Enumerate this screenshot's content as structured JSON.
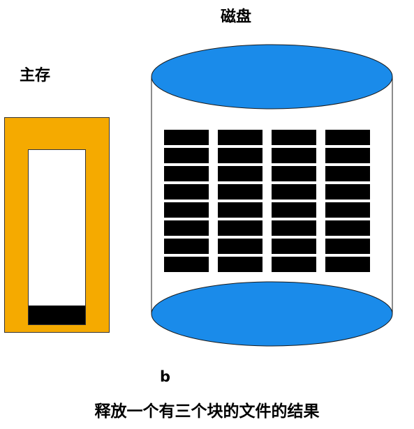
{
  "labels": {
    "disk": "磁盘",
    "main_memory": "主存",
    "figure_letter": "b",
    "caption": "释放一个有三个块的文件的结果"
  },
  "colors": {
    "memory_frame": "#F5AA00",
    "disk_caps": "#1A8BEA",
    "blocks": "#000000",
    "outline": "#1a1a1a"
  },
  "disk": {
    "columns": 4,
    "blocks_per_column": 8,
    "free_blocks": []
  },
  "memory": {
    "used_blocks": 1
  }
}
